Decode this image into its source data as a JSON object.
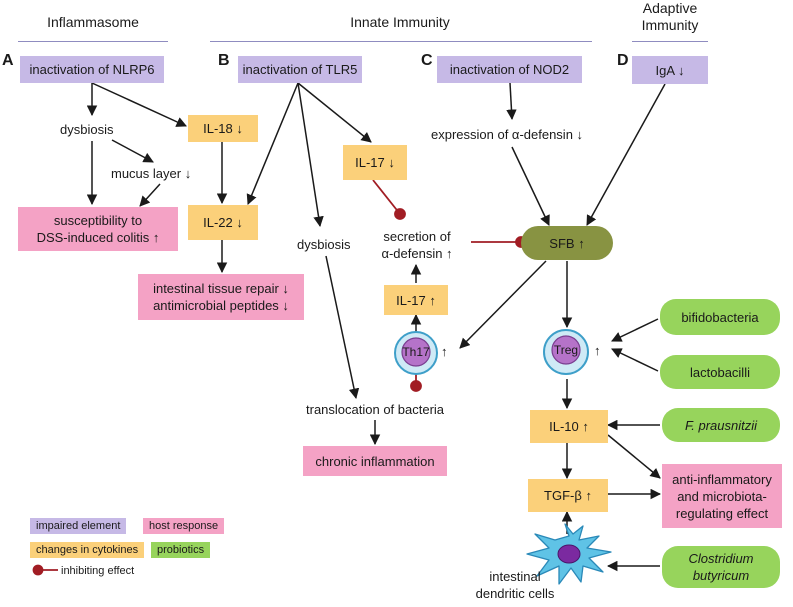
{
  "headers": {
    "inflammasome": "Inflammasome",
    "innate": "Innate Immunity",
    "adaptive_line1": "Adaptive",
    "adaptive_line2": "Immunity"
  },
  "panel_letters": {
    "a": "A",
    "b": "B",
    "c": "C",
    "d": "D"
  },
  "nodes": {
    "nlrp6": "inactivation of NLRP6",
    "tlr5": "inactivation of TLR5",
    "nod2": "inactivation of NOD2",
    "iga": "IgA ↓",
    "dysbiosis_a": "dysbiosis",
    "il18": "IL-18 ↓",
    "mucus": "mucus layer ↓",
    "colitis_line1": "susceptibility to",
    "colitis_line2": "DSS-induced colitis ↑",
    "il22": "IL-22 ↓",
    "repair_line1": "intestinal tissue repair ↓",
    "repair_line2": "antimicrobial peptides ↓",
    "il17_top": "IL-17 ↓",
    "dysbiosis_b": "dysbiosis",
    "defensin_expr": "expression of α-defensin ↓",
    "secretion_line1": "secretion of",
    "secretion_line2": "α-defensin ↑",
    "sfb": "SFB ↑",
    "il17_mid": "IL-17 ↑",
    "th17": "Th17",
    "th17_arrow": "↑",
    "treg": "Treg",
    "treg_arrow": "↑",
    "translocation": "translocation of bacteria",
    "chronic": "chronic inflammation",
    "bifido": "bifidobacteria",
    "lacto": "lactobacilli",
    "fprau": "F. prausnitzii",
    "il10": "IL-10 ↑",
    "tgfb": "TGF-β ↑",
    "antiinf_line1": "anti-inflammatory",
    "antiinf_line2": "and microbiota-",
    "antiinf_line3": "regulating effect",
    "dendritic_line1": "intestinal",
    "dendritic_line2": "dendritic cells",
    "clostridium_line1": "Clostridium",
    "clostridium_line2": "butyricum"
  },
  "legend": {
    "impaired": "impaired element",
    "host": "host response",
    "cytokines": "changes in cytokines",
    "probiotics": "probiotics",
    "inhibiting": "inhibiting effect"
  },
  "colors": {
    "impaired": "#c6b9e6",
    "host_response": "#f4a2c5",
    "cytokines": "#fbd07a",
    "probiotics": "#97d45c",
    "sfb": "#889342",
    "inhibit": "#a11d24",
    "header_line": "#8f8cc0"
  }
}
